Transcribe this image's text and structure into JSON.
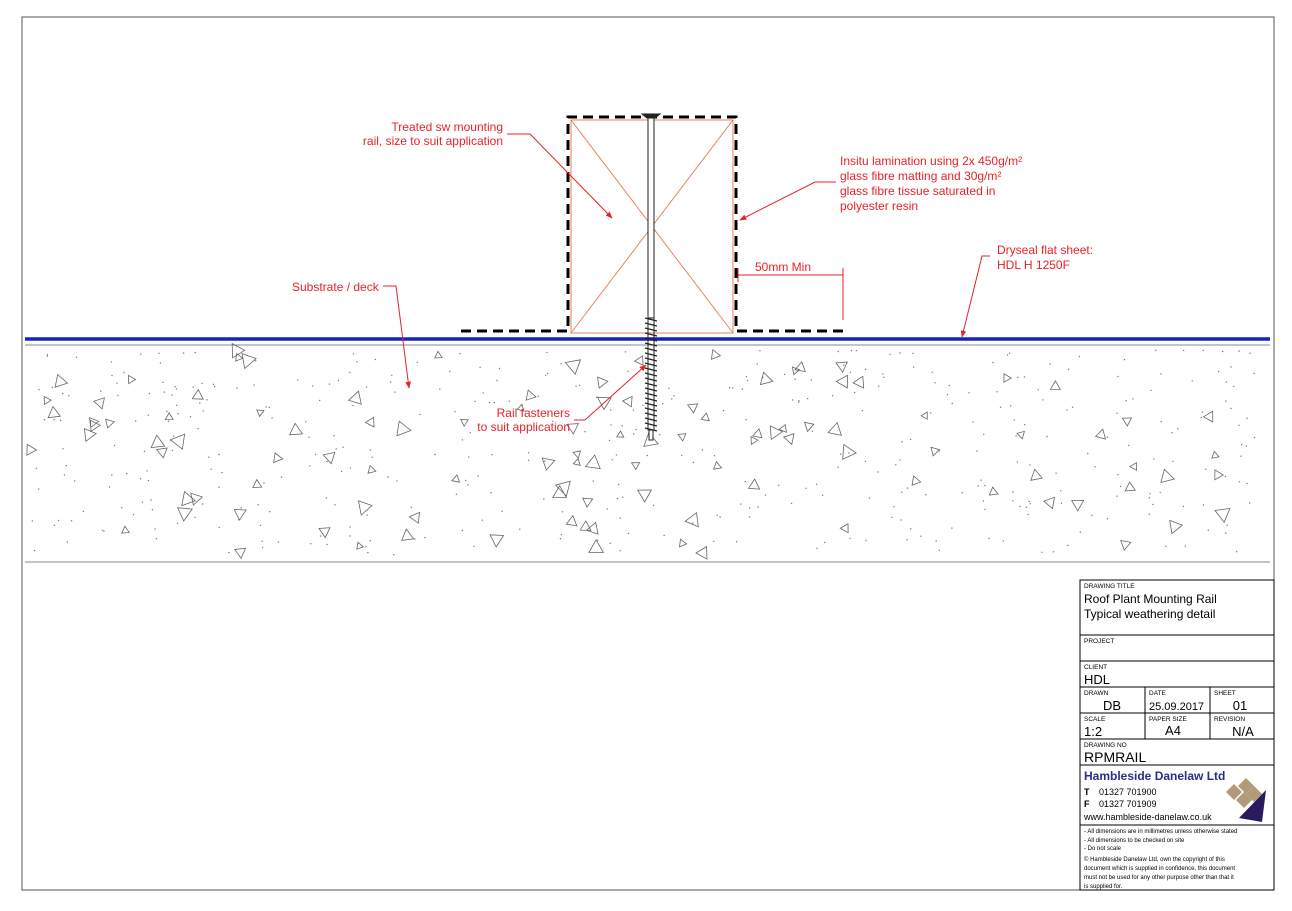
{
  "annotations": {
    "rail_line1": "Treated sw mounting",
    "rail_line2": "rail, size to suit application",
    "lam_line1": "Insitu lamination using 2x 450g/m²",
    "lam_line2": "glass fibre matting and 30g/m²",
    "lam_line3": "glass fibre tissue saturated in",
    "lam_line4": "polyester resin",
    "dryseal_line1": "Dryseal flat sheet:",
    "dryseal_line2": "HDL H 1250F",
    "dimension": "50mm  Min",
    "substrate": "Substrate / deck",
    "fastener_line1": "Rail fasteners",
    "fastener_line2": "to suit application"
  },
  "title_block": {
    "drawing_title_label": "DRAWING TITLE",
    "drawing_title_line1": "Roof Plant Mounting Rail",
    "drawing_title_line2": "Typical weathering detail",
    "project_label": "PROJECT",
    "project_value": "",
    "client_label": "CLIENT",
    "client_value": "HDL",
    "drawn_label": "DRAWN",
    "drawn_value": "DB",
    "date_label": "DATE",
    "date_value": "25.09.2017",
    "sheet_label": "SHEET",
    "sheet_value": "01",
    "scale_label": "SCALE",
    "scale_value": "1:2",
    "paper_label": "PAPER SIZE",
    "paper_value": "A4",
    "revision_label": "REVISION",
    "revision_value": "N/A",
    "drawing_no_label": "DRAWING NO",
    "drawing_no_value": "RPMRAIL",
    "company": "Hambleside Danelaw Ltd",
    "tel_prefix": "T",
    "tel": "01327 701900",
    "fax_prefix": "F",
    "fax": "01327 701909",
    "web": "www.hambleside-danelaw.co.uk",
    "note1": "- All dimensions are in millimetres unless otherwise stated",
    "note2": "- All dimensions to be checked on site",
    "note3": "- Do not scale",
    "copyright1": "© Hambleside Danelaw Ltd, own the copyright of this",
    "copyright2": "document which is supplied in confidence, this document",
    "copyright3": "must not be used for any other purpose other than that it",
    "copyright4": "is supplied for."
  },
  "colors": {
    "annotation": "#e8222a",
    "membrane": "#1024c8",
    "timber": "#e8845a",
    "logo_gold": "#b09a78",
    "logo_navy": "#2a1a5e",
    "company": "#2a2e88"
  }
}
